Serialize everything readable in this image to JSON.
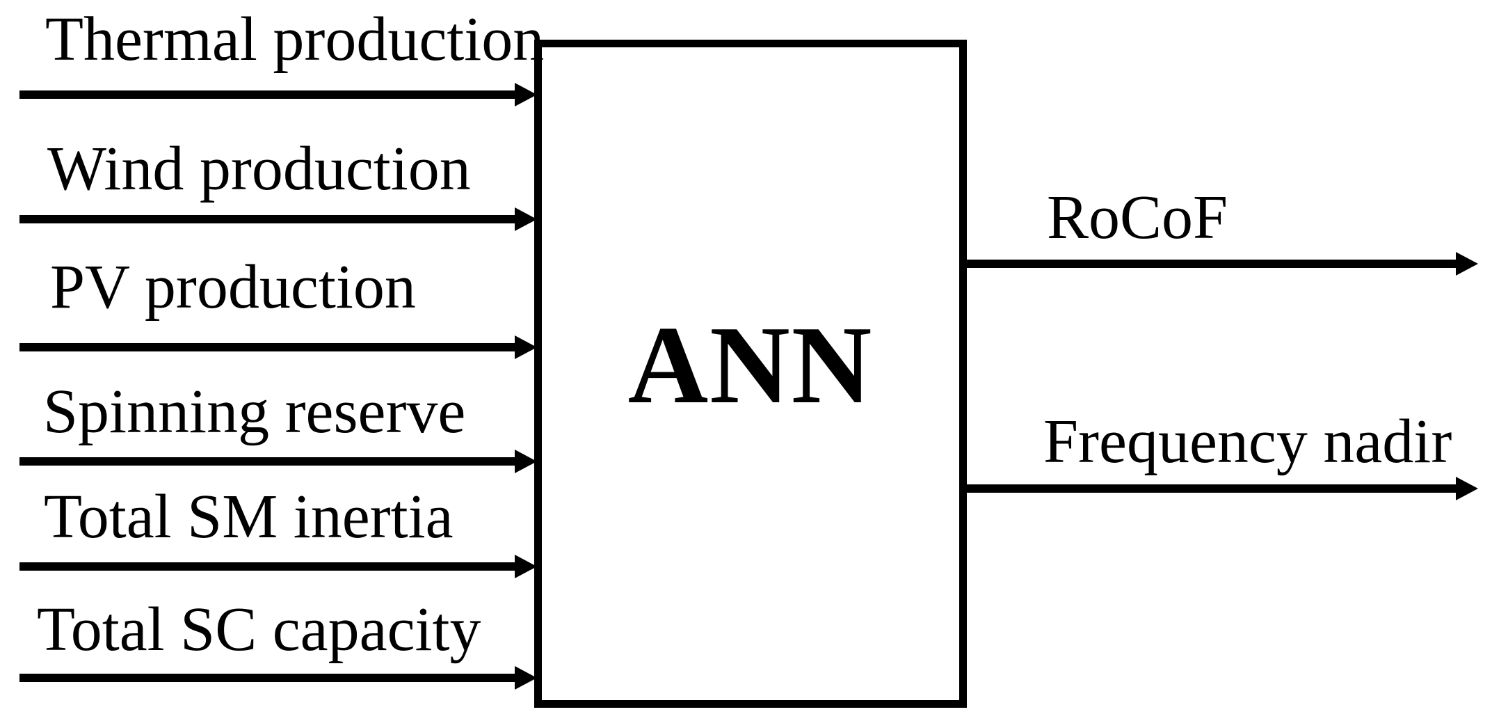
{
  "diagram": {
    "block_title": "ANN",
    "inputs": [
      {
        "label": "Thermal production"
      },
      {
        "label": "Wind production"
      },
      {
        "label": "PV production"
      },
      {
        "label": "Spinning reserve"
      },
      {
        "label": "Total SM inertia"
      },
      {
        "label": "Total SC capacity"
      }
    ],
    "outputs": [
      {
        "label": "RoCoF"
      },
      {
        "label": "Frequency nadir"
      }
    ],
    "colors": {
      "ink": "#000000",
      "background": "#ffffff"
    }
  }
}
